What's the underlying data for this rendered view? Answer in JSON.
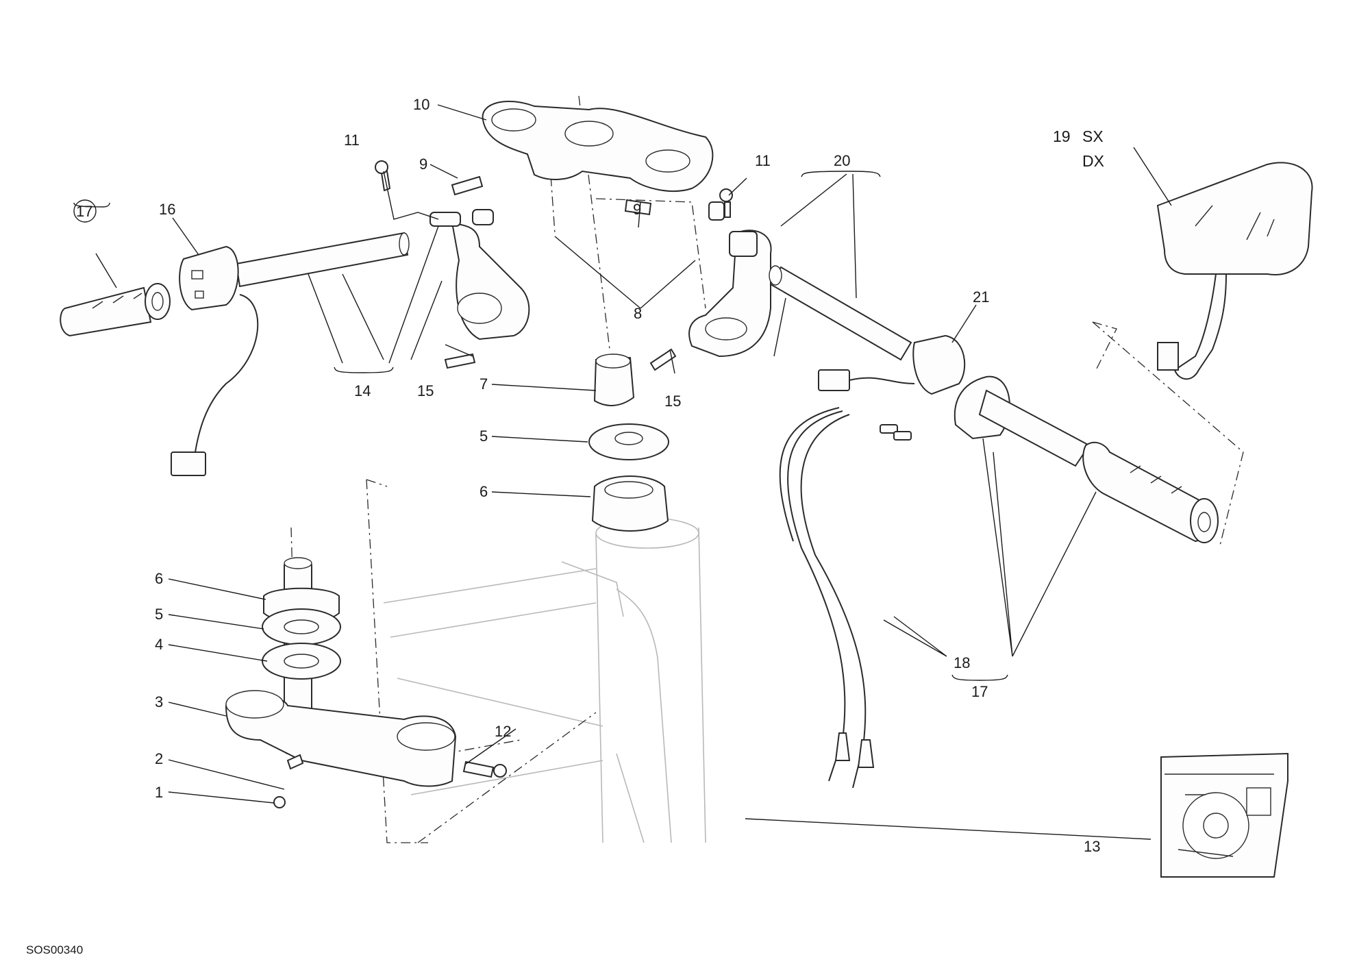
{
  "callouts": {
    "c1": "1",
    "c2": "2",
    "c3": "3",
    "c4": "4",
    "c5a": "5",
    "c5b": "5",
    "c6a": "6",
    "c6b": "6",
    "c7": "7",
    "c8": "8",
    "c9a": "9",
    "c9b": "9",
    "c10": "10",
    "c11a": "11",
    "c11b": "11",
    "c12": "12",
    "c13": "13",
    "c14": "14",
    "c15a": "15",
    "c15b": "15",
    "c16": "16",
    "c17circled": "17",
    "c17a": "17",
    "c18": "18",
    "c19": "19",
    "c19sx": "SX",
    "c19dx": "DX",
    "c20": "20",
    "c21": "21"
  },
  "drawing_code": "SOS00340",
  "colors": {
    "line": "#1a1a1a",
    "ghost": "#b8b8b8",
    "background": "#ffffff"
  }
}
